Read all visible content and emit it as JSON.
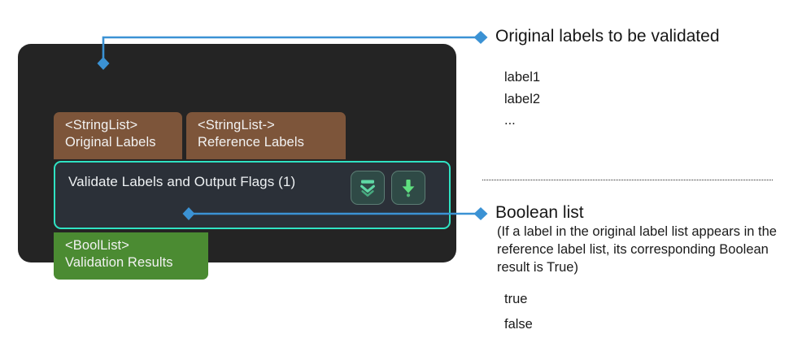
{
  "node": {
    "title": "Validate Labels and Output Flags (1)",
    "accent_color": "#2fe3c3",
    "panel_color": "#242424",
    "body_color": "#2b3038",
    "input_port_color": "#7d553a",
    "output_port_color": "#4b8b32",
    "connector_color": "#3b92d4",
    "inputs": [
      {
        "type": "<StringList>",
        "name": "Original Labels"
      },
      {
        "type": "<StringList->",
        "name": "Reference Labels"
      }
    ],
    "outputs": [
      {
        "type": "<BoolList>",
        "name": "Validation Results"
      }
    ],
    "actions": [
      {
        "icon": "collapse-chevrons-down-icon",
        "label": ""
      },
      {
        "icon": "download-arrow-down-icon",
        "label": ""
      }
    ]
  },
  "annotations": {
    "input": {
      "title": "Original labels to be validated",
      "values": [
        "label1",
        "label2",
        "..."
      ]
    },
    "output": {
      "title": "Boolean list",
      "note": "(If a label in the original label list appears in the reference label list, its corresponding Boolean result is True)",
      "values": [
        "true",
        "false"
      ]
    }
  }
}
